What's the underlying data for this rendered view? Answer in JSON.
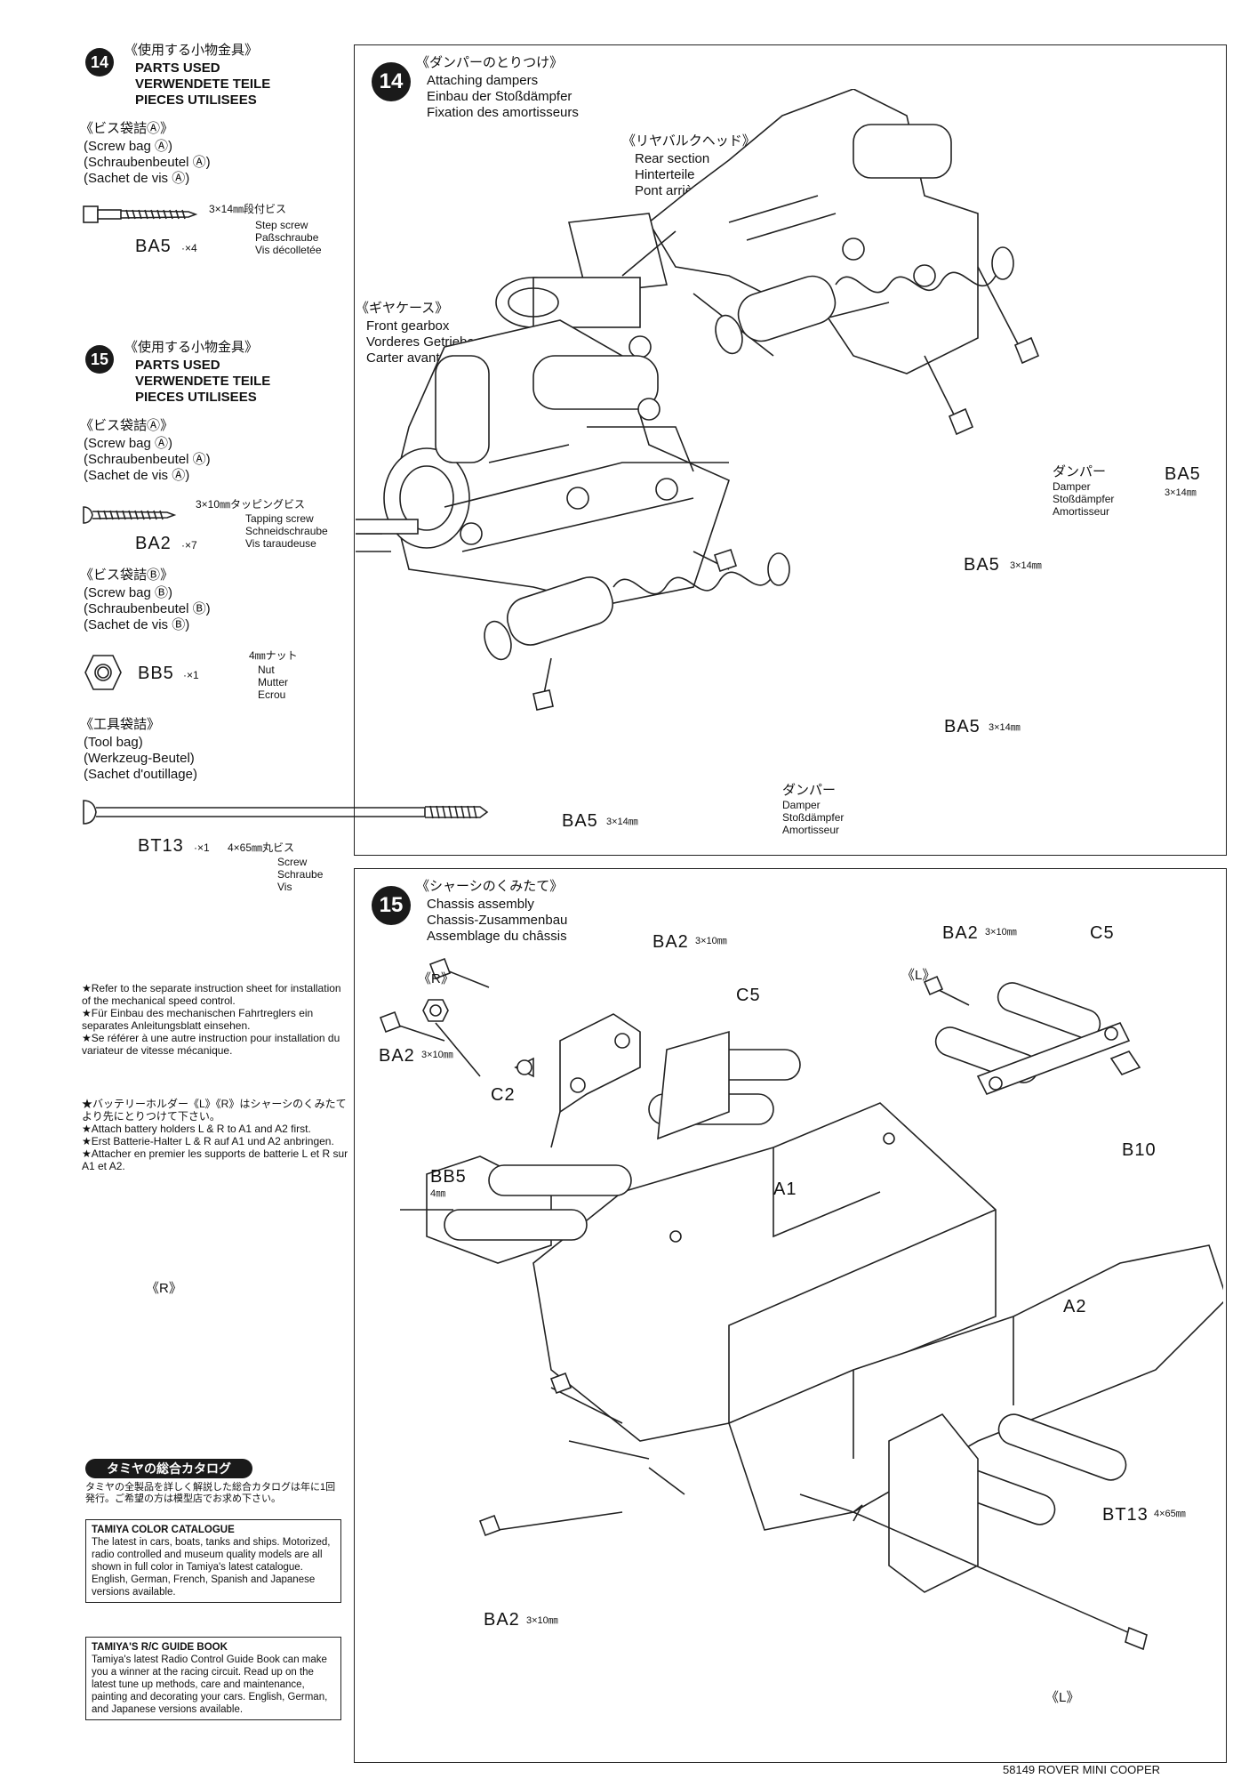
{
  "left": {
    "step14": {
      "number": "14",
      "jp_title": "《使用する小物金具》",
      "title_lines": [
        "PARTS USED",
        "VERWENDETE TEILE",
        "PIECES UTILISEES"
      ],
      "bag_jp": "《ビス袋詰Ⓐ》",
      "bag_lines": [
        "(Screw bag Ⓐ)",
        "(Schraubenbeutel Ⓐ)",
        "(Sachet de vis Ⓐ)"
      ],
      "part": {
        "code": "BA5",
        "qty": "·×4",
        "size_jp": "3×14㎜段付ビス",
        "desc": [
          "Step screw",
          "Paßschraube",
          "Vis décolletée"
        ]
      }
    },
    "step15": {
      "number": "15",
      "jp_title": "《使用する小物金具》",
      "title_lines": [
        "PARTS USED",
        "VERWENDETE TEILE",
        "PIECES UTILISEES"
      ],
      "bagA_jp": "《ビス袋詰Ⓐ》",
      "bagA_lines": [
        "(Screw bag Ⓐ)",
        "(Schraubenbeutel Ⓐ)",
        "(Sachet de vis Ⓐ)"
      ],
      "partA": {
        "code": "BA2",
        "qty": "·×7",
        "size_jp": "3×10㎜タッピングビス",
        "desc": [
          "Tapping screw",
          "Schneidschraube",
          "Vis taraudeuse"
        ]
      },
      "bagB_jp": "《ビス袋詰Ⓑ》",
      "bagB_lines": [
        "(Screw bag Ⓑ)",
        "(Schraubenbeutel Ⓑ)",
        "(Sachet de vis Ⓑ)"
      ],
      "partB": {
        "code": "BB5",
        "qty": "·×1",
        "size_jp": "4㎜ナット",
        "desc": [
          "Nut",
          "Mutter",
          "Ecrou"
        ]
      },
      "tool_jp": "《工具袋詰》",
      "tool_lines": [
        "(Tool bag)",
        "(Werkzeug-Beutel)",
        "(Sachet d'outillage)"
      ],
      "partC": {
        "code": "BT13",
        "qty": "·×1",
        "size_jp": "4×65㎜丸ビス",
        "desc": [
          "Screw",
          "Schraube",
          "Vis"
        ]
      }
    },
    "notes1": [
      "★Refer to the separate instruction sheet for installation of the mechanical speed control.",
      "★Für Einbau des mechanischen Fahrtreglers ein separates Anleitungsblatt einsehen.",
      "★Se référer à une autre instruction pour installation du variateur de vitesse mécanique."
    ],
    "notes2": [
      "★バッテリーホルダー《L》《R》はシャーシのくみたてより先にとりつけて下さい。",
      "★Attach battery holders L & R to A1 and A2 first.",
      "★Erst Batterie-Halter L & R auf A1 und A2 anbringen.",
      "★Attacher en premier les supports de batterie L et R sur A1 et A2."
    ],
    "catalog_banner": "タミヤの総合カタログ",
    "catalog_jp": "タミヤの全製品を詳しく解説した総合カタログは年に1回発行。ご希望の方は模型店でお求め下さい。",
    "box1": {
      "title": "TAMIYA COLOR CATALOGUE",
      "text": "The latest in cars, boats, tanks and ships. Motorized, radio controlled and museum quality models are all shown in full color in Tamiya's latest catalogue. English, German, French, Spanish and Japanese versions available."
    },
    "box2": {
      "title": "TAMIYA'S R/C GUIDE BOOK",
      "text": "Tamiya's latest Radio Control Guide Book can make you a winner at the racing circuit. Read up on the latest tune up methods, care and maintenance, painting and decorating your cars. English, German, and Japanese versions available."
    }
  },
  "panel14": {
    "number": "14",
    "jp_title": "《ダンパーのとりつけ》",
    "title_lines": [
      "Attaching dampers",
      "Einbau der Stoßdämpfer",
      "Fixation des amortisseurs"
    ],
    "rear_jp": "《リヤバルクヘッド》",
    "rear_lines": [
      "Rear section",
      "Hinterteile",
      "Pont arrière"
    ],
    "gear_jp": "《ギヤケース》",
    "gear_lines": [
      "Front gearbox",
      "Vorderes Getriebegehäuse",
      "Carter avant"
    ],
    "damper_jp": "ダンパー",
    "damper_lines": [
      "Damper",
      "Stoßdämpfer",
      "Amortisseur"
    ],
    "ba5": "BA5",
    "size": "3×14㎜"
  },
  "panel15": {
    "number": "15",
    "jp_title": "《シャーシのくみたて》",
    "title_lines": [
      "Chassis assembly",
      "Chassis-Zusammenbau",
      "Assemblage du châssis"
    ],
    "r": "《R》",
    "l": "《L》",
    "ba2": "BA2",
    "ba2_size": "3×10㎜",
    "c5": "C5",
    "c2": "C2",
    "b10": "B10",
    "bb5": "BB5",
    "bb5_size": "4㎜",
    "a1": "A1",
    "a2": "A2",
    "bt13": "BT13",
    "bt13_size": "4×65㎜"
  },
  "footer": "58149 ROVER MINI COOPER"
}
